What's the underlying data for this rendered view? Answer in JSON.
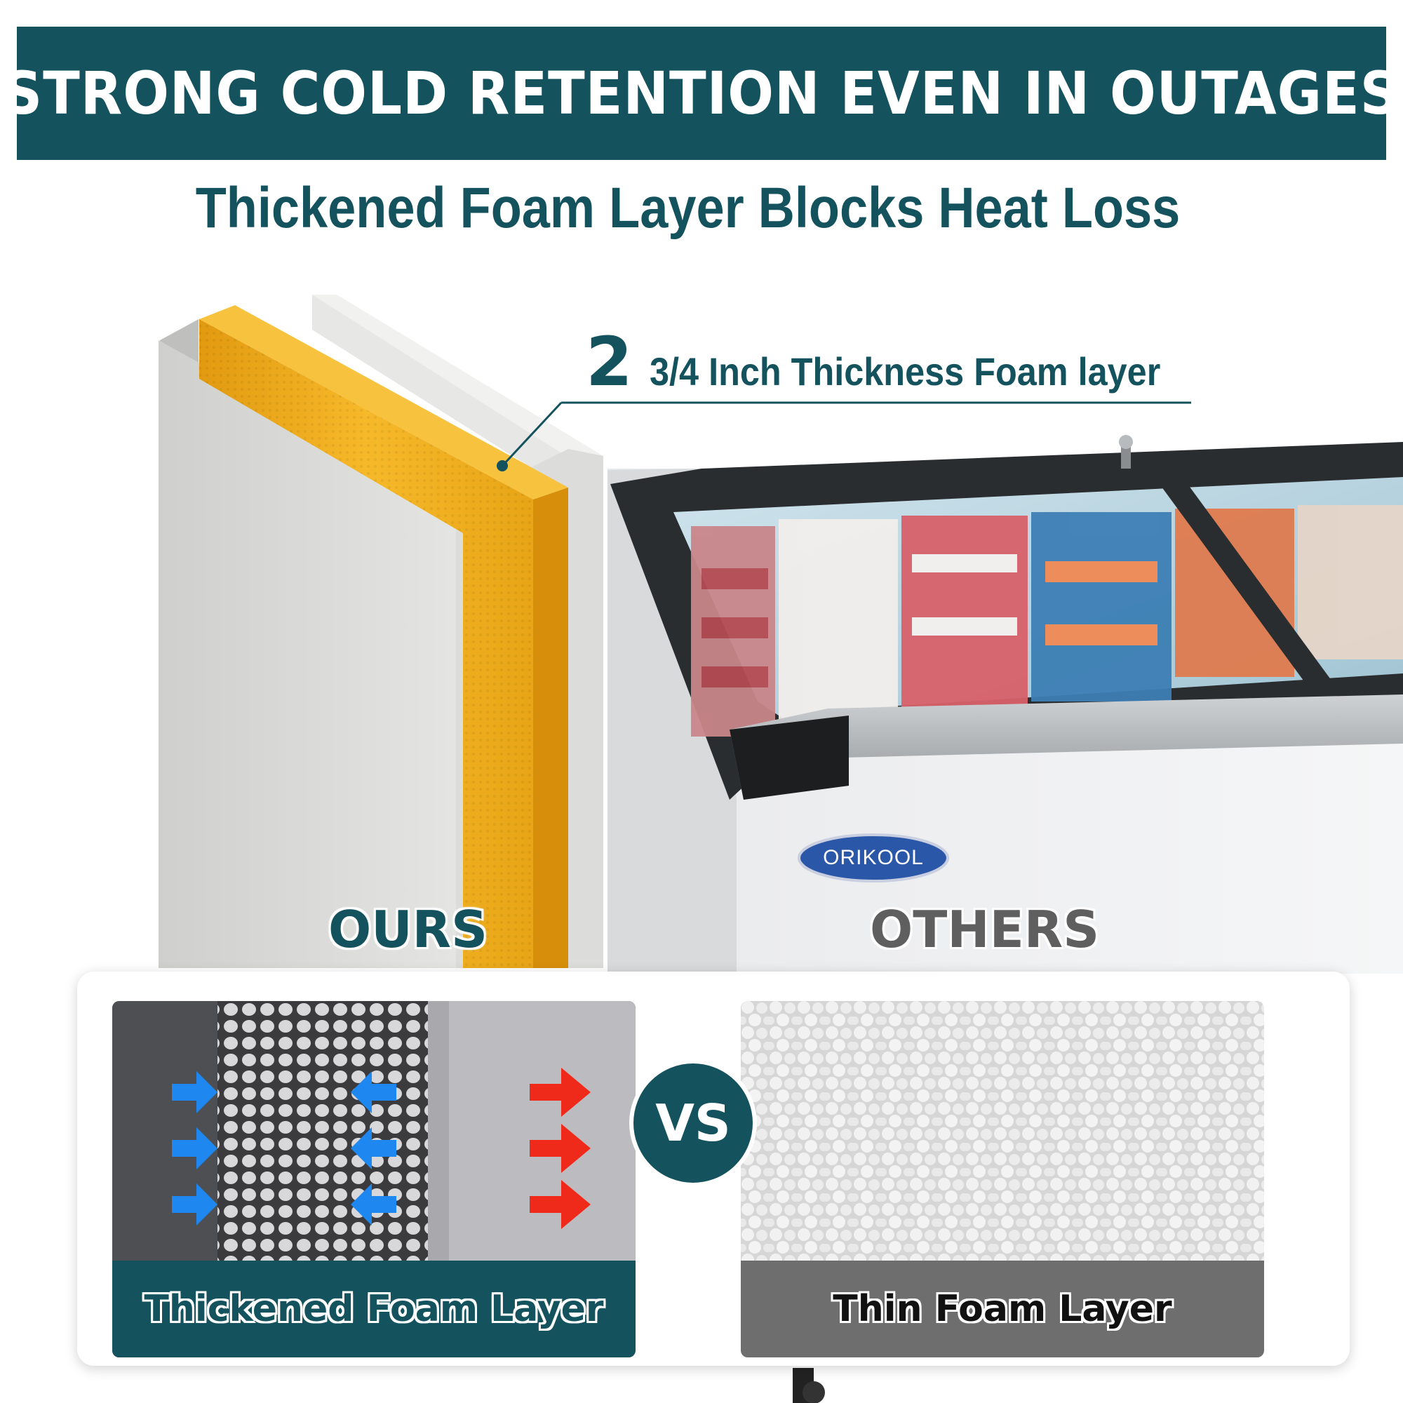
{
  "banner": {
    "title": "STRONG COLD RETENTION EVEN IN OUTAGES"
  },
  "subtitle": "Thickened Foam Layer Blocks Heat Loss",
  "callout": {
    "number": "2",
    "text": "3/4 Inch Thickness Foam layer"
  },
  "comparison": {
    "ours_label": "OURS",
    "others_label": "OTHERS",
    "vs": "VS",
    "ours_caption": "Thickened Foam Layer",
    "others_caption": "Thin Foam Layer"
  },
  "brand": {
    "logo_text": "ORIKOOL"
  },
  "colors": {
    "primary": "#14525e",
    "foam": "#f2b21e",
    "cold_arrow": "#1e88f0",
    "heat_arrow": "#f02a1a",
    "others_bar": "#6e6e6e"
  },
  "icons": [
    "blue-arrow-icon",
    "red-arrow-icon",
    "callout-dot-icon"
  ]
}
